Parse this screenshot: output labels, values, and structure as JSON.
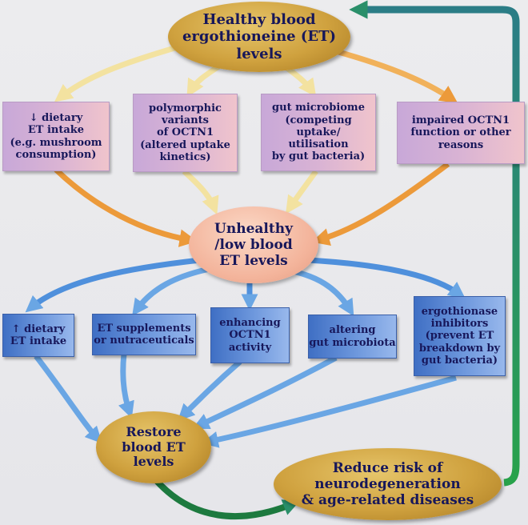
{
  "colors": {
    "gold_node": "#cfa13e",
    "peach_node": "#f3b39a",
    "cause_box": "#d9b3d4",
    "intervention_box": "#6e98dd",
    "text": "#17175a",
    "arrow_yellow": "#f3e2a0",
    "arrow_orange": "#ec9a3a",
    "arrow_blue": "#4f90dc",
    "arrow_green": "#2e9a55"
  },
  "nodes": {
    "healthy": "Healthy blood\nergothioneine (ET)\nlevels",
    "unhealthy": "Unhealthy\n/low blood\nET levels",
    "restore": "Restore\nblood ET\nlevels",
    "reduce": "Reduce risk of\nneurodegeneration\n& age-related diseases"
  },
  "causes": [
    "↓ dietary\nET intake\n(e.g. mushroom\nconsumption)",
    "polymorphic\nvariants\nof OCTN1\n(altered uptake\nkinetics)",
    "gut microbiome\n(competing uptake/\nutilisation\nby gut bacteria)",
    "impaired OCTN1\nfunction or other\nreasons"
  ],
  "interventions": [
    "↑ dietary\nET intake",
    "ET supplements\nor nutraceuticals",
    "enhancing\nOCTN1\nactivity",
    "altering\ngut microbiota",
    "ergothionase\ninhibitors\n(prevent ET\nbreakdown by\ngut bacteria)"
  ]
}
